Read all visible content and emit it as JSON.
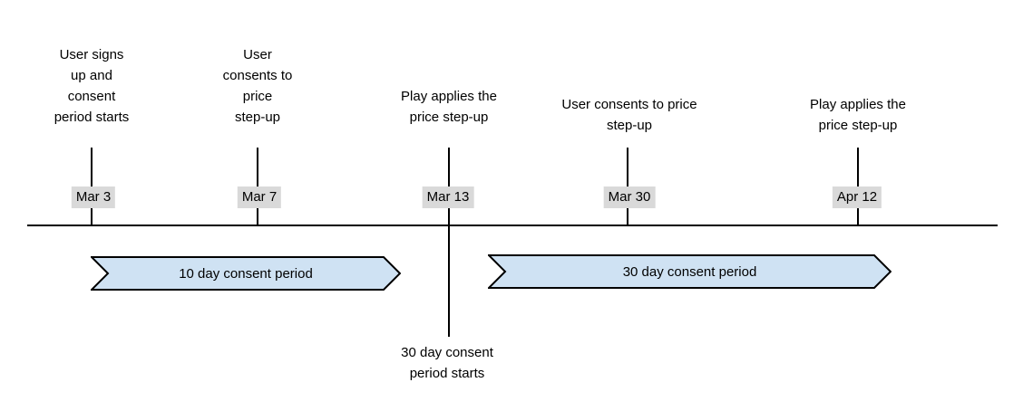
{
  "colors": {
    "background": "#ffffff",
    "line": "#000000",
    "text": "#000000",
    "date_highlight_bg": "#d9d9d9",
    "period_fill": "#cfe2f3",
    "period_stroke": "#000000"
  },
  "timeline": {
    "events": [
      {
        "date": "Mar 3",
        "description": "User signs\nup and\nconsent\nperiod starts"
      },
      {
        "date": "Mar 7",
        "description": "User\nconsents to\nprice\nstep-up"
      },
      {
        "date": "Mar 13",
        "description": "Play applies the\nprice step-up"
      },
      {
        "date": "Mar 30",
        "description": "User consents to price\nstep-up"
      },
      {
        "date": "Apr 12",
        "description": "Play applies the\nprice step-up"
      }
    ],
    "periods": [
      {
        "label": "10 day consent period"
      },
      {
        "label": "30 day consent period"
      }
    ],
    "annotation": {
      "label": "30 day consent\nperiod starts"
    }
  }
}
